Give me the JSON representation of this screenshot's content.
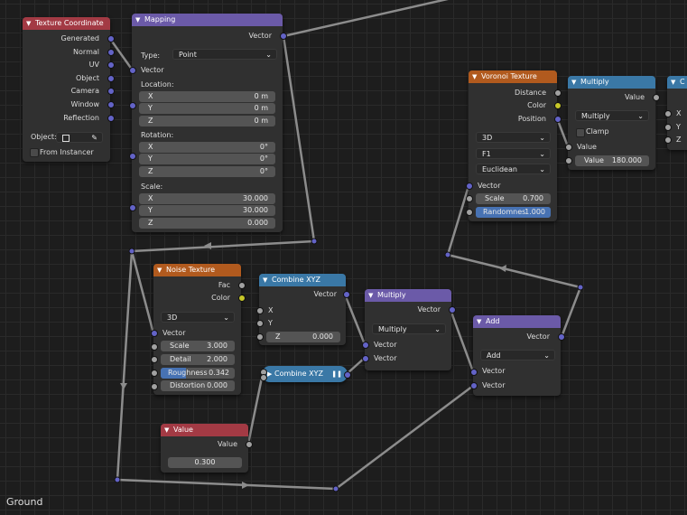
{
  "frame_label": "Ground",
  "texcoord": {
    "title": "Texture Coordinate",
    "outputs": [
      "Generated",
      "Normal",
      "UV",
      "Object",
      "Camera",
      "Window",
      "Reflection"
    ],
    "object_label": "Object:",
    "from_instancer": "From Instancer"
  },
  "mapping": {
    "title": "Mapping",
    "out": "Vector",
    "type_label": "Type:",
    "type_value": "Point",
    "vector_in": "Vector",
    "location_label": "Location:",
    "location": [
      {
        "axis": "X",
        "value": "0 m"
      },
      {
        "axis": "Y",
        "value": "0 m"
      },
      {
        "axis": "Z",
        "value": "0 m"
      }
    ],
    "rotation_label": "Rotation:",
    "rotation": [
      {
        "axis": "X",
        "value": "0°"
      },
      {
        "axis": "Y",
        "value": "0°"
      },
      {
        "axis": "Z",
        "value": "0°"
      }
    ],
    "scale_label": "Scale:",
    "scale": [
      {
        "axis": "X",
        "value": "30.000"
      },
      {
        "axis": "Y",
        "value": "30.000"
      },
      {
        "axis": "Z",
        "value": "0.000"
      }
    ]
  },
  "voronoi": {
    "title": "Voronoi Texture",
    "outputs": [
      "Distance",
      "Color",
      "Position"
    ],
    "dim": "3D",
    "feature": "F1",
    "metric": "Euclidean",
    "vector_in": "Vector",
    "scale_label": "Scale",
    "scale_value": "0.700",
    "random_label": "Randomnes",
    "random_value": "1.000"
  },
  "multiply1": {
    "title": "Multiply",
    "out": "Value",
    "op": "Multiply",
    "clamp": "Clamp",
    "value_in": "Value",
    "value_label": "Value",
    "value_value": "180.000"
  },
  "offscreen": {
    "title": "C",
    "inputs": [
      "X",
      "Y",
      "Z"
    ]
  },
  "noise": {
    "title": "Noise Texture",
    "outputs": [
      "Fac",
      "Color"
    ],
    "dim": "3D",
    "vector_in": "Vector",
    "fields": [
      {
        "label": "Scale",
        "value": "3.000"
      },
      {
        "label": "Detail",
        "value": "2.000"
      },
      {
        "label": "Roughness",
        "value": "0.342",
        "fill": 0.342
      },
      {
        "label": "Distortion",
        "value": "0.000"
      }
    ]
  },
  "combine1": {
    "title": "Combine XYZ",
    "out": "Vector",
    "x": "X",
    "y": "Y",
    "z_label": "Z",
    "z_value": "0.000"
  },
  "multiply2": {
    "title": "Multiply",
    "out": "Vector",
    "op": "Multiply",
    "in1": "Vector",
    "in2": "Vector"
  },
  "add": {
    "title": "Add",
    "out": "Vector",
    "op": "Add",
    "in1": "Vector",
    "in2": "Vector"
  },
  "combine2": {
    "title": "Combine XYZ"
  },
  "value_node": {
    "title": "Value",
    "out": "Value",
    "value": "0.300"
  }
}
